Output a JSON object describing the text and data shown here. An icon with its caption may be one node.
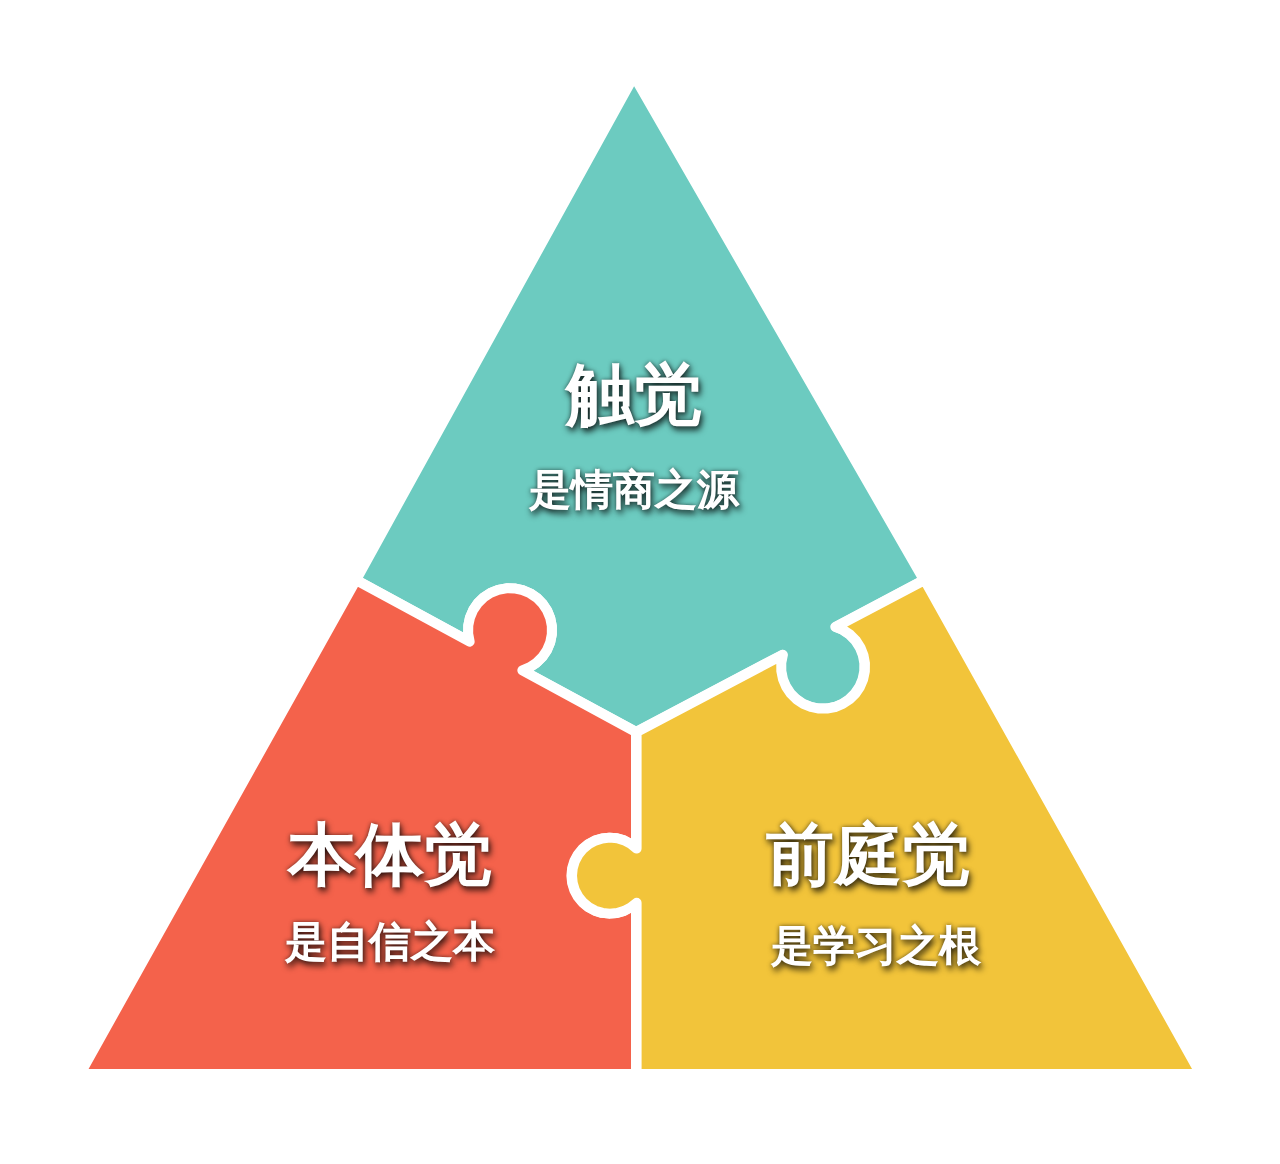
{
  "diagram": {
    "nodes": [
      {
        "text": [
          "触觉",
          "是情商之源"
        ]
      },
      {
        "text": [
          "本体觉",
          "是自信之本"
        ]
      },
      {
        "text": [
          "前庭觉",
          "是学习之根"
        ]
      }
    ]
  }
}
